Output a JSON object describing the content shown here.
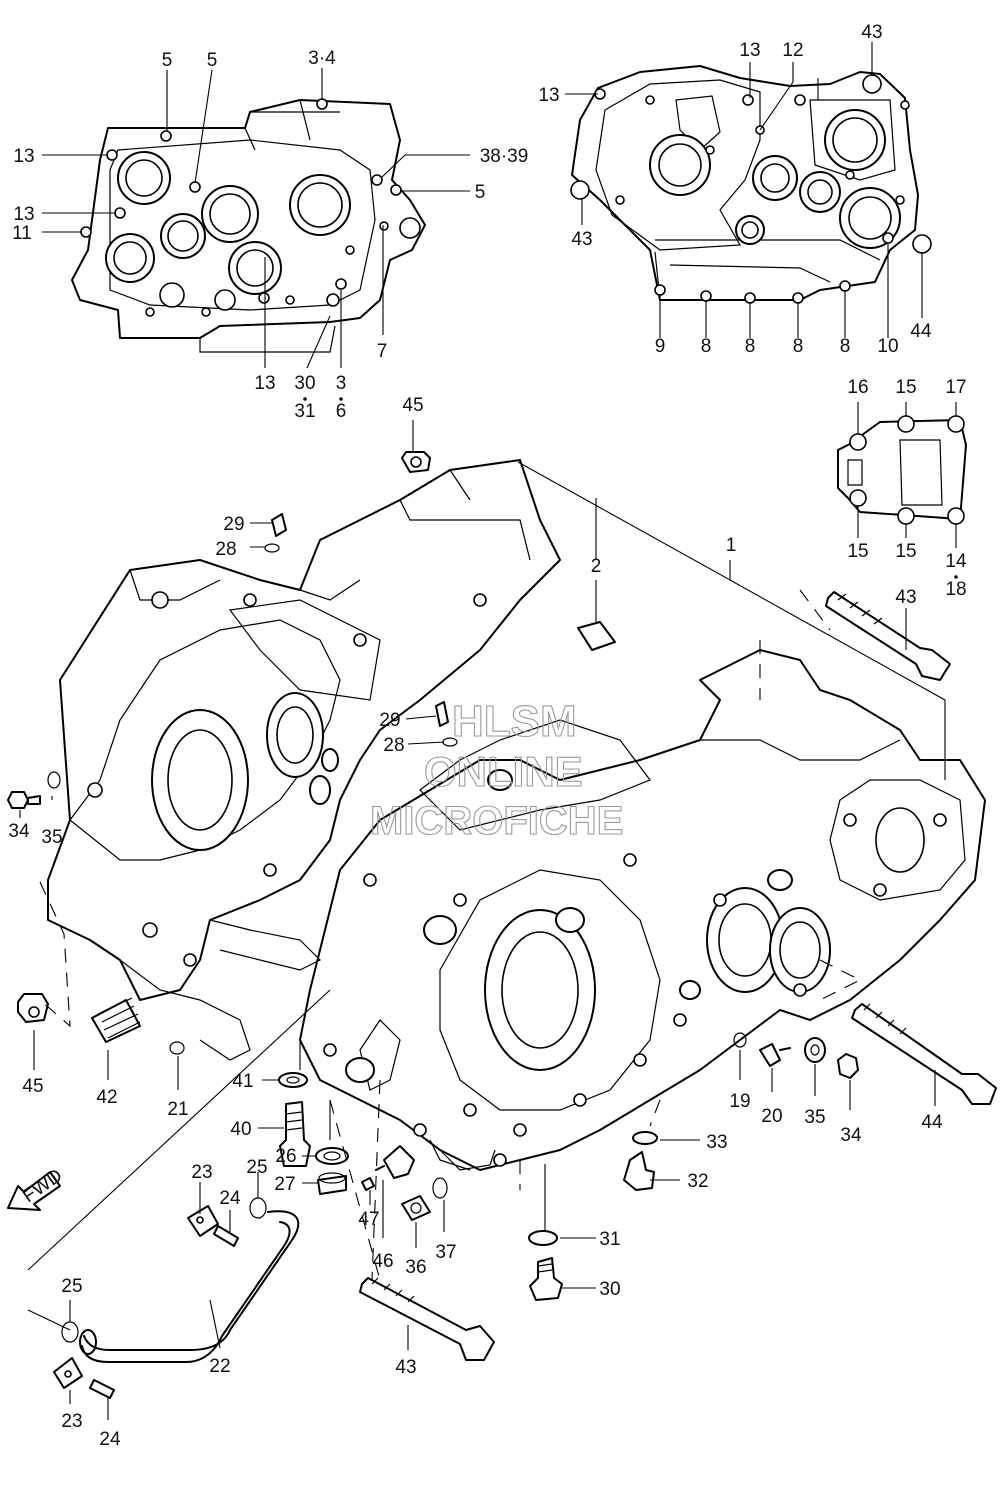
{
  "watermark": {
    "line1": "HLSM",
    "line2": "ONLINE",
    "line3": "MICROFICHE"
  },
  "fwd_label": "FWD",
  "callouts": {
    "top_left": [
      {
        "id": "tl-5a",
        "text": "5"
      },
      {
        "id": "tl-5b",
        "text": "5"
      },
      {
        "id": "tl-3-4",
        "text": "3·4"
      },
      {
        "id": "tl-13a",
        "text": "13"
      },
      {
        "id": "tl-38-39",
        "text": "38·39"
      },
      {
        "id": "tl-5c",
        "text": "5"
      },
      {
        "id": "tl-13b",
        "text": "13"
      },
      {
        "id": "tl-11",
        "text": "11"
      },
      {
        "id": "tl-7",
        "text": "7"
      },
      {
        "id": "tl-13c",
        "text": "13"
      },
      {
        "id": "tl-30",
        "text": "30"
      },
      {
        "id": "tl-31",
        "text": "31"
      },
      {
        "id": "tl-3",
        "text": "3"
      },
      {
        "id": "tl-6",
        "text": "6"
      }
    ],
    "top_right": [
      {
        "id": "tr-13a",
        "text": "13"
      },
      {
        "id": "tr-12",
        "text": "12"
      },
      {
        "id": "tr-43a",
        "text": "43"
      },
      {
        "id": "tr-13b",
        "text": "13"
      },
      {
        "id": "tr-43b",
        "text": "43"
      },
      {
        "id": "tr-44",
        "text": "44"
      },
      {
        "id": "tr-9",
        "text": "9"
      },
      {
        "id": "tr-8a",
        "text": "8"
      },
      {
        "id": "tr-8b",
        "text": "8"
      },
      {
        "id": "tr-8c",
        "text": "8"
      },
      {
        "id": "tr-8d",
        "text": "8"
      },
      {
        "id": "tr-10",
        "text": "10"
      }
    ],
    "cover": [
      {
        "id": "cv-16",
        "text": "16"
      },
      {
        "id": "cv-15a",
        "text": "15"
      },
      {
        "id": "cv-17",
        "text": "17"
      },
      {
        "id": "cv-15b",
        "text": "15"
      },
      {
        "id": "cv-15c",
        "text": "15"
      },
      {
        "id": "cv-14",
        "text": "14"
      },
      {
        "id": "cv-18",
        "text": "18"
      }
    ],
    "main": [
      {
        "id": "m-45a",
        "text": "45"
      },
      {
        "id": "m-29a",
        "text": "29"
      },
      {
        "id": "m-28a",
        "text": "28"
      },
      {
        "id": "m-2",
        "text": "2"
      },
      {
        "id": "m-1",
        "text": "1"
      },
      {
        "id": "m-43a",
        "text": "43"
      },
      {
        "id": "m-29b",
        "text": "29"
      },
      {
        "id": "m-28b",
        "text": "28"
      },
      {
        "id": "m-34a",
        "text": "34"
      },
      {
        "id": "m-35a",
        "text": "35"
      },
      {
        "id": "m-45b",
        "text": "45"
      },
      {
        "id": "m-42",
        "text": "42"
      },
      {
        "id": "m-21",
        "text": "21"
      },
      {
        "id": "m-41",
        "text": "41"
      },
      {
        "id": "m-40",
        "text": "40"
      },
      {
        "id": "m-19",
        "text": "19"
      },
      {
        "id": "m-20",
        "text": "20"
      },
      {
        "id": "m-35b",
        "text": "35"
      },
      {
        "id": "m-34b",
        "text": "34"
      },
      {
        "id": "m-44",
        "text": "44"
      },
      {
        "id": "m-33",
        "text": "33"
      },
      {
        "id": "m-32",
        "text": "32"
      },
      {
        "id": "m-26",
        "text": "26"
      },
      {
        "id": "m-27",
        "text": "27"
      },
      {
        "id": "m-25a",
        "text": "25"
      },
      {
        "id": "m-23a",
        "text": "23"
      },
      {
        "id": "m-24a",
        "text": "24"
      },
      {
        "id": "m-47",
        "text": "47"
      },
      {
        "id": "m-46",
        "text": "46"
      },
      {
        "id": "m-36",
        "text": "36"
      },
      {
        "id": "m-37",
        "text": "37"
      },
      {
        "id": "m-31",
        "text": "31"
      },
      {
        "id": "m-30",
        "text": "30"
      },
      {
        "id": "m-25b",
        "text": "25"
      },
      {
        "id": "m-22",
        "text": "22"
      },
      {
        "id": "m-43b",
        "text": "43"
      },
      {
        "id": "m-23b",
        "text": "23"
      },
      {
        "id": "m-24b",
        "text": "24"
      }
    ]
  }
}
